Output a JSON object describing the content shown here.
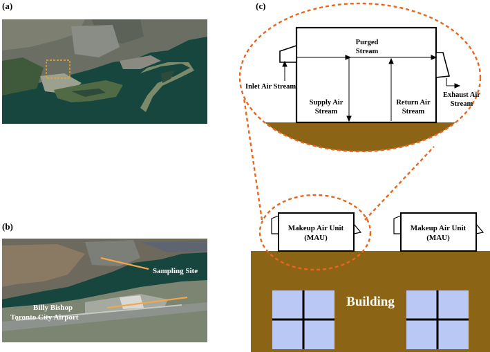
{
  "panels": {
    "a": {
      "label": "(a)"
    },
    "b": {
      "label": "(b)",
      "sampling_site": "Sampling Site",
      "airport_line1": "Billy Bishop",
      "airport_line2": "Toronto City Airport"
    },
    "c": {
      "label": "(c)"
    }
  },
  "mau_detail": {
    "purged": "Purged",
    "stream": "Stream",
    "inlet": "Inlet Air Stream",
    "supply": "Supply Air",
    "return_label": "Return Air",
    "exhaust": "Exhaust Air"
  },
  "building": {
    "label": "Building",
    "mau_line1": "Makeup Air Unit",
    "mau_line2": "(MAU)"
  },
  "colors": {
    "building_brown": "#8b6416",
    "window_blue": "#b9c8f5",
    "dashed_orange": "#e8661e",
    "callout_orange": "#f4a74a",
    "water": "#17463f",
    "land": "#6f7a60"
  }
}
